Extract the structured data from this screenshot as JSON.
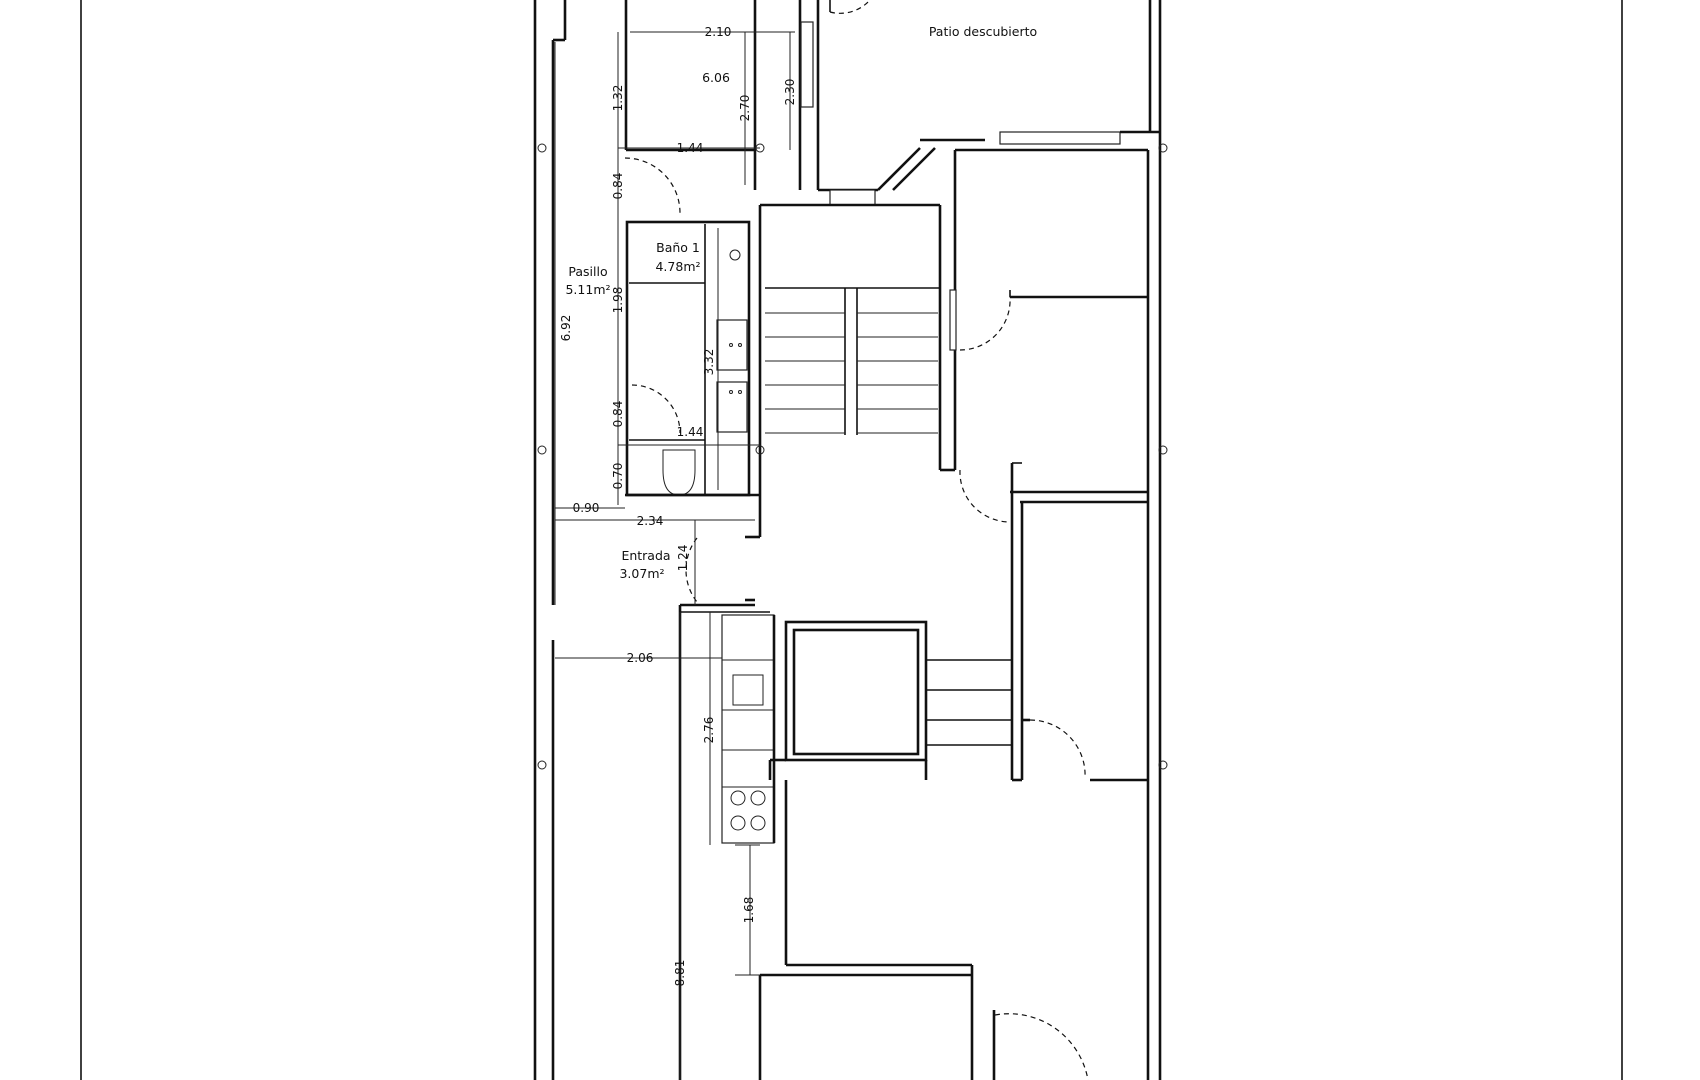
{
  "rooms": {
    "patio": "Patio descubierto",
    "room_top_area": "6.06",
    "bano_name": "Baño 1",
    "bano_area": "4.78m²",
    "pasillo_name": "Pasillo",
    "pasillo_area": "5.11m²",
    "entrada_name": "Entrada",
    "entrada_area": "3.07m²"
  },
  "dims": {
    "d210": "2.10",
    "d230": "2.30",
    "d270": "2.70",
    "d132": "1.32",
    "d144a": "1.44",
    "d084a": "0.84",
    "d198": "1.98",
    "d692": "6.92",
    "d332": "3.32",
    "d084b": "0.84",
    "d144b": "1.44",
    "d070": "0.70",
    "d090": "0.90",
    "d234": "2.34",
    "d124": "1.24",
    "d206": "2.06",
    "d276": "2.76",
    "d168": "1.68",
    "d881": "8.81"
  }
}
